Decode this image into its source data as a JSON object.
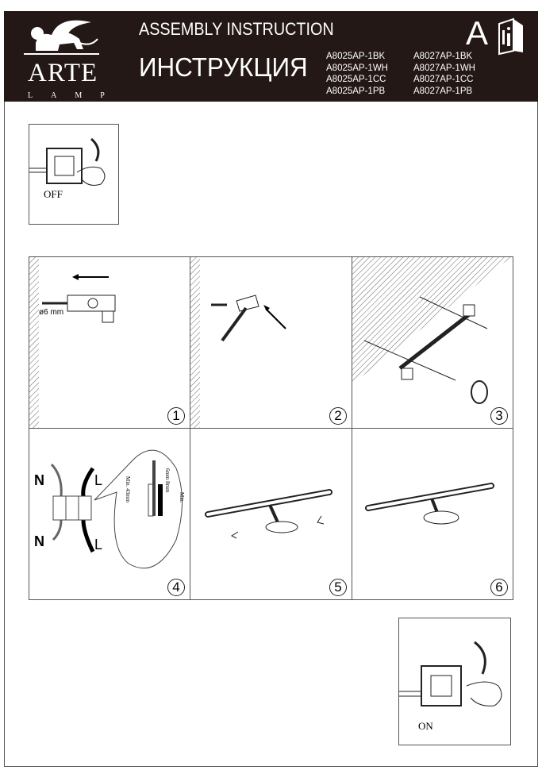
{
  "header": {
    "brand": "ARTE",
    "brand_sub": "LAMP",
    "title_en": "ASSEMBLY INSTRUCTION",
    "title_ru": "ИНСТРУКЦИЯ",
    "badge_letter": "A",
    "models_col1": [
      "A8025AP-1BK",
      "A8025AP-1WH",
      "A8025AP-1CC",
      "A8025AP-1PB"
    ],
    "models_col2": [
      "A8027AP-1BK",
      "A8027AP-1WH",
      "A8027AP-1CC",
      "A8027AP-1PB"
    ]
  },
  "switch_off": {
    "label": "OFF"
  },
  "switch_on": {
    "label": "ON"
  },
  "steps": [
    {
      "number": "1",
      "drill_label": "ø6 mm"
    },
    {
      "number": "2"
    },
    {
      "number": "3"
    },
    {
      "number": "4",
      "neutral": "N",
      "live": "L",
      "min_strip": "Min. 43mm",
      "strip_lengths": "6mm 8mm",
      "min_label": "Min."
    },
    {
      "number": "5"
    },
    {
      "number": "6"
    }
  ]
}
